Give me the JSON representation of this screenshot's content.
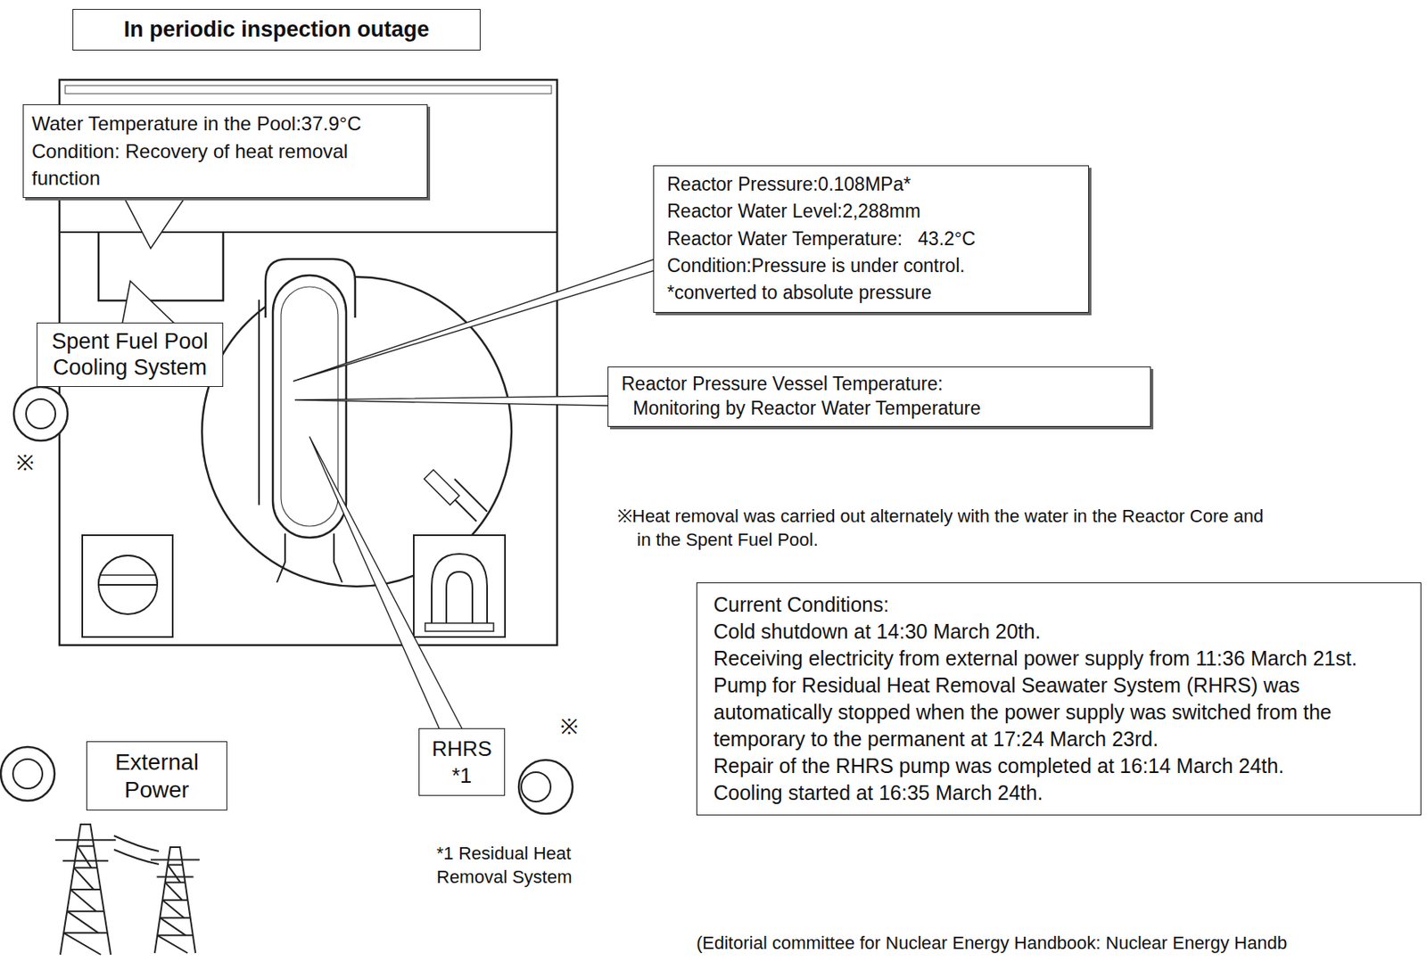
{
  "diagram": {
    "title": "In periodic inspection outage",
    "caption": "(Editorial committee for Nuclear Energy Handbook: Nuclear Energy Handb",
    "nodes": [
      {
        "text": [
          "Water Temperature in the Pool:37.9°C",
          "Condition: Recovery of heat removal function"
        ]
      },
      {
        "text": [
          "Spent Fuel Pool Cooling System"
        ]
      },
      {
        "text": [
          "Reactor Pressure:0.108MPa*",
          "Reactor Water Level:2,288mm",
          "Reactor Water Temperature:   43.2°C",
          "Condition:Pressure is under control.",
          "*converted to absolute pressure"
        ]
      },
      {
        "text": [
          "Reactor Pressure Vessel Temperature:",
          "Monitoring by Reactor Water Temperature"
        ]
      },
      {
        "text": [
          "Current Conditions:",
          "Cold shutdown at 14:30 March 20th.",
          "Receiving electricity from external power supply from 11:36 March 21st.",
          "Pump for Residual Heat Removal Seawater System (RHRS) was automatically stopped when the power supply was switched from the temporary to the permanent at 17:24 March 23rd.",
          "Repair of the RHRS pump was completed at 16:14 March 24th.",
          "Cooling started at 16:35 March 24th."
        ]
      },
      {
        "text": [
          "External Power"
        ]
      },
      {
        "text": [
          "RHRS *1"
        ]
      }
    ],
    "labels": [
      "※",
      "※",
      "※Heat removal was carried out alternately with the water in the Reactor Core and in the Spent Fuel Pool.",
      "*1 Residual Heat Removal System"
    ]
  }
}
